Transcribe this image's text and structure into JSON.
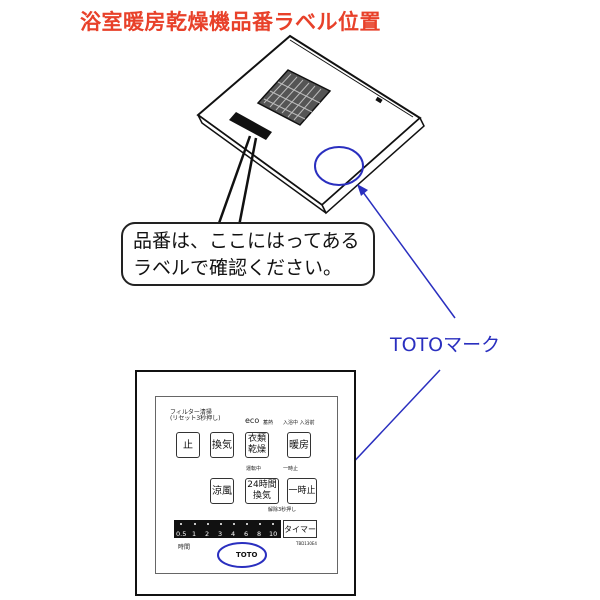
{
  "title": "浴室暖房乾燥機品番ラベル位置",
  "callout": {
    "line1": "品番は、ここにはってある",
    "line2": "ラベルで確認ください。"
  },
  "toto_mark_label": "TOTOマーク",
  "colors": {
    "title": "#e8412a",
    "annotation": "#2a2fbf",
    "line": "#111111"
  },
  "panel": {
    "filter_label": "フィルター清掃\n(リセット3秒押し)",
    "eco_label": "eco",
    "eco_sub": "蓄熱",
    "entry_label": "入浴中  入浴前",
    "buttons": {
      "stop": "止",
      "ventilate": "換気",
      "dry_line1": "衣類",
      "dry_line2": "乾燥",
      "heat": "暖房",
      "cool": "涼風",
      "vent24_line1": "24時間",
      "vent24_line2": "換気",
      "pause": "一時止"
    },
    "running_label": "運転中",
    "pause_label": "一時止",
    "hold_label": "解除3秒押し",
    "timer_ticks": [
      "0.5",
      "1",
      "2",
      "3",
      "4",
      "6",
      "8",
      "10"
    ],
    "timer_button": "タイマー",
    "hours_label": "時間",
    "logo": "TOTO",
    "model_text": "TBD130E4"
  }
}
